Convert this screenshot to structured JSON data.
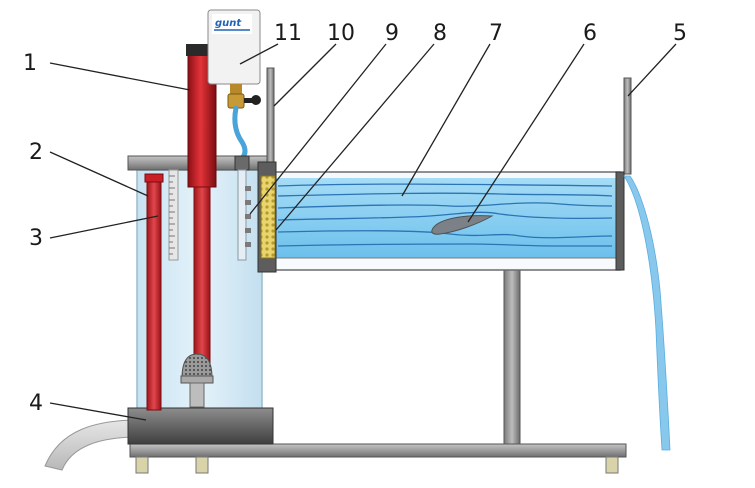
{
  "labels": [
    {
      "id": "1"
    },
    {
      "id": "2"
    },
    {
      "id": "3"
    },
    {
      "id": "4"
    },
    {
      "id": "5"
    },
    {
      "id": "6"
    },
    {
      "id": "7"
    },
    {
      "id": "8"
    },
    {
      "id": "9"
    },
    {
      "id": "10"
    },
    {
      "id": "11"
    }
  ],
  "logo": {
    "text": "gunt"
  },
  "colors": {
    "water": "#8fd0f2",
    "water_dark": "#5bb3e4",
    "tube_red": "#d7262c",
    "frame_grey": "#9a9a9a",
    "tank_glass": "#d6eaf5",
    "honeycomb": "#e8d36a"
  }
}
